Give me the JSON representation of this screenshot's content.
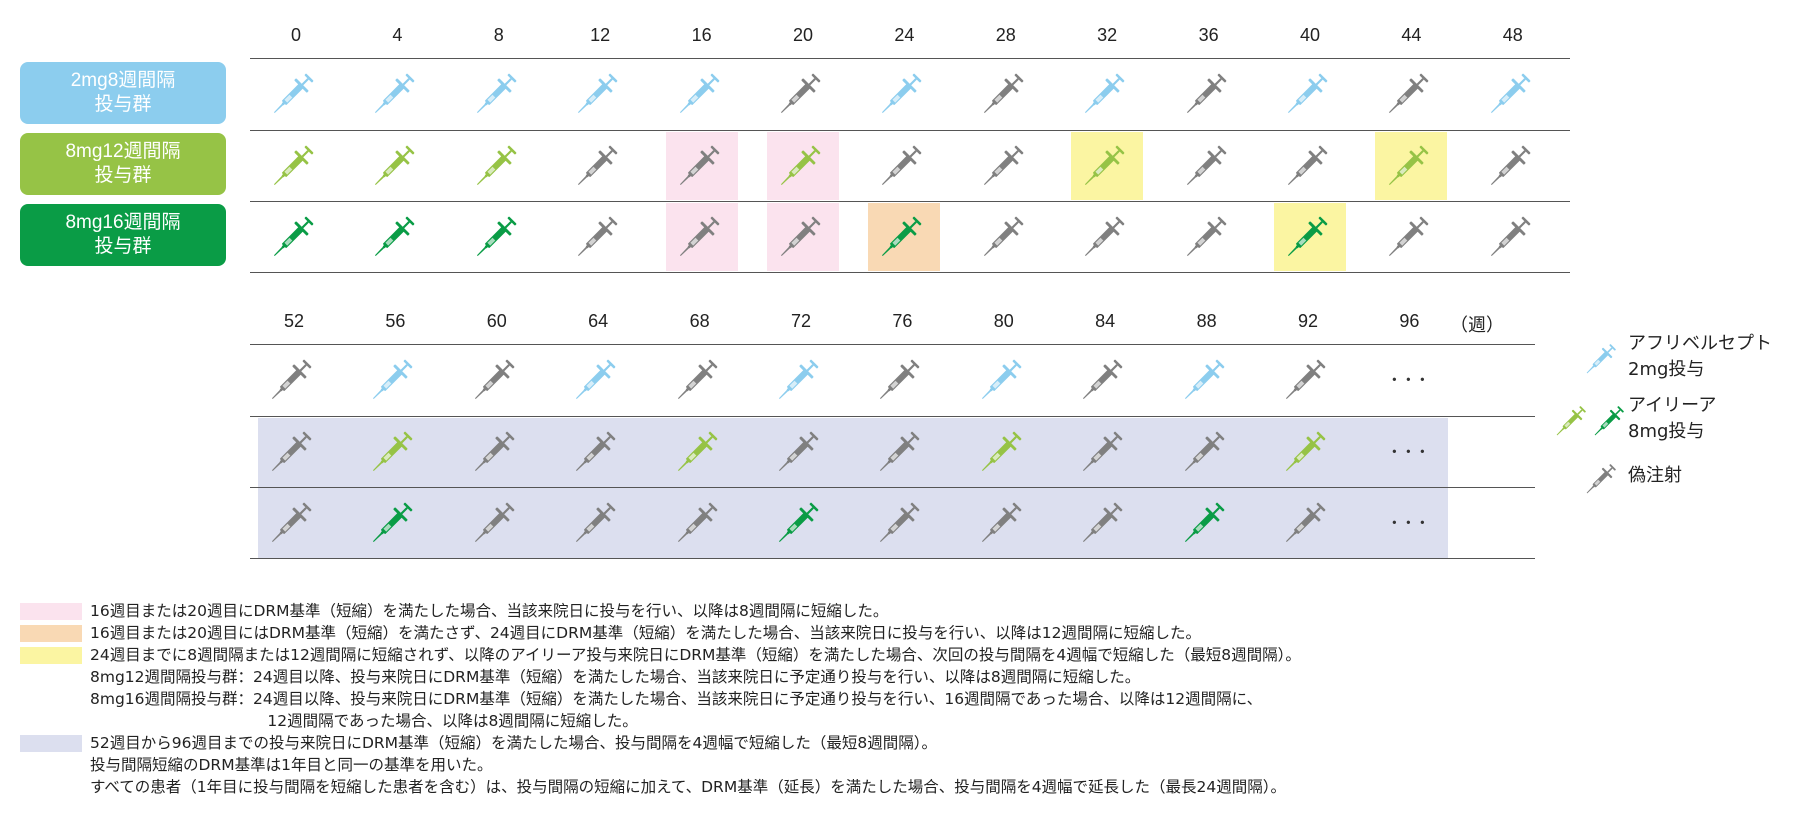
{
  "colors": {
    "light_blue": "#8ccdee",
    "light_green": "#96c346",
    "dark_green": "#0a9c46",
    "gray": "#808080",
    "pink": "#fbe3ee",
    "orange": "#f9d9b4",
    "yellow": "#fbf5a2",
    "lavender": "#dcdfef"
  },
  "groups": [
    {
      "label": "2mg8週間隔\n投与群",
      "color": "#8ccdee"
    },
    {
      "label": "8mg12週間隔\n投与群",
      "color": "#96c346"
    },
    {
      "label": "8mg16週間隔\n投与群",
      "color": "#0a9c46"
    }
  ],
  "unit": "（週）",
  "top": {
    "weeks": [
      "0",
      "4",
      "8",
      "12",
      "16",
      "20",
      "24",
      "28",
      "32",
      "36",
      "40",
      "44",
      "48"
    ],
    "rows": [
      [
        "B",
        "B",
        "B",
        "B",
        "B",
        "G",
        "B",
        "G",
        "B",
        "G",
        "B",
        "G",
        "B"
      ],
      [
        "L",
        "L",
        "L",
        "G",
        "G",
        "L",
        "G",
        "G",
        "L",
        "G",
        "G",
        "L",
        "G"
      ],
      [
        "D",
        "D",
        "D",
        "G",
        "G",
        "G",
        "D",
        "G",
        "G",
        "G",
        "D",
        "G",
        "G"
      ]
    ],
    "highlights": [
      {
        "row": 1,
        "col": 4,
        "kind": "pink"
      },
      {
        "row": 1,
        "col": 5,
        "kind": "pink"
      },
      {
        "row": 1,
        "col": 8,
        "kind": "yellow"
      },
      {
        "row": 1,
        "col": 11,
        "kind": "yellow"
      },
      {
        "row": 2,
        "col": 4,
        "kind": "pink"
      },
      {
        "row": 2,
        "col": 5,
        "kind": "pink"
      },
      {
        "row": 2,
        "col": 6,
        "kind": "orange"
      },
      {
        "row": 2,
        "col": 10,
        "kind": "yellow"
      }
    ]
  },
  "bottom": {
    "weeks": [
      "52",
      "56",
      "60",
      "64",
      "68",
      "72",
      "76",
      "80",
      "84",
      "88",
      "92",
      "96"
    ],
    "rows": [
      [
        "G",
        "B",
        "G",
        "B",
        "G",
        "B",
        "G",
        "B",
        "G",
        "B",
        "G",
        "…"
      ],
      [
        "G",
        "L",
        "G",
        "G",
        "L",
        "G",
        "G",
        "L",
        "G",
        "G",
        "L",
        "…"
      ],
      [
        "G",
        "D",
        "G",
        "G",
        "G",
        "D",
        "G",
        "G",
        "G",
        "D",
        "G",
        "…"
      ]
    ],
    "dots": "･･･"
  },
  "legend": [
    {
      "icons": [
        "B"
      ],
      "text": "アフリベルセプト\n2mg投与"
    },
    {
      "icons": [
        "L",
        "D"
      ],
      "text": "アイリーア\n8mg投与"
    },
    {
      "icons": [
        "G"
      ],
      "text": "偽注射"
    }
  ],
  "notes": [
    {
      "swatch": "pink",
      "text": "16週目または20週目にDRM基準（短縮）を満たした場合、当該来院日に投与を行い、以降は8週間隔に短縮した。"
    },
    {
      "swatch": "orange",
      "text": "16週目または20週目にはDRM基準（短縮）を満たさず、24週目にDRM基準（短縮）を満たした場合、当該来院日に投与を行い、以降は12週間隔に短縮した。"
    },
    {
      "swatch": "yellow",
      "text": "24週目までに8週間隔または12週間隔に短縮されず、以降のアイリーア投与来院日にDRM基準（短縮）を満たした場合、次回の投与間隔を4週幅で短縮した（最短8週間隔）。"
    },
    {
      "swatch": "",
      "text": "8mg12週間隔投与群：24週目以降、投与来院日にDRM基準（短縮）を満たした場合、当該来院日に予定通り投与を行い、以降は8週間隔に短縮した。"
    },
    {
      "swatch": "",
      "text": "8mg16週間隔投与群：24週目以降、投与来院日にDRM基準（短縮）を満たした場合、当該来院日に予定通り投与を行い、16週間隔であった場合、以降は12週間隔に、"
    },
    {
      "swatch": "",
      "text": "                                    12週間隔であった場合、以降は8週間隔に短縮した。"
    },
    {
      "swatch": "lavender",
      "text": "52週目から96週目までの投与来院日にDRM基準（短縮）を満たした場合、投与間隔を4週幅で短縮した（最短8週間隔）。"
    },
    {
      "swatch": "",
      "text": "投与間隔短縮のDRM基準は1年目と同一の基準を用いた。"
    },
    {
      "swatch": "",
      "text": "すべての患者（1年目に投与間隔を短縮した患者を含む）は、投与間隔の短縮に加えて、DRM基準（延長）を満たした場合、投与間隔を4週幅で延長した（最長24週間隔）。"
    }
  ]
}
